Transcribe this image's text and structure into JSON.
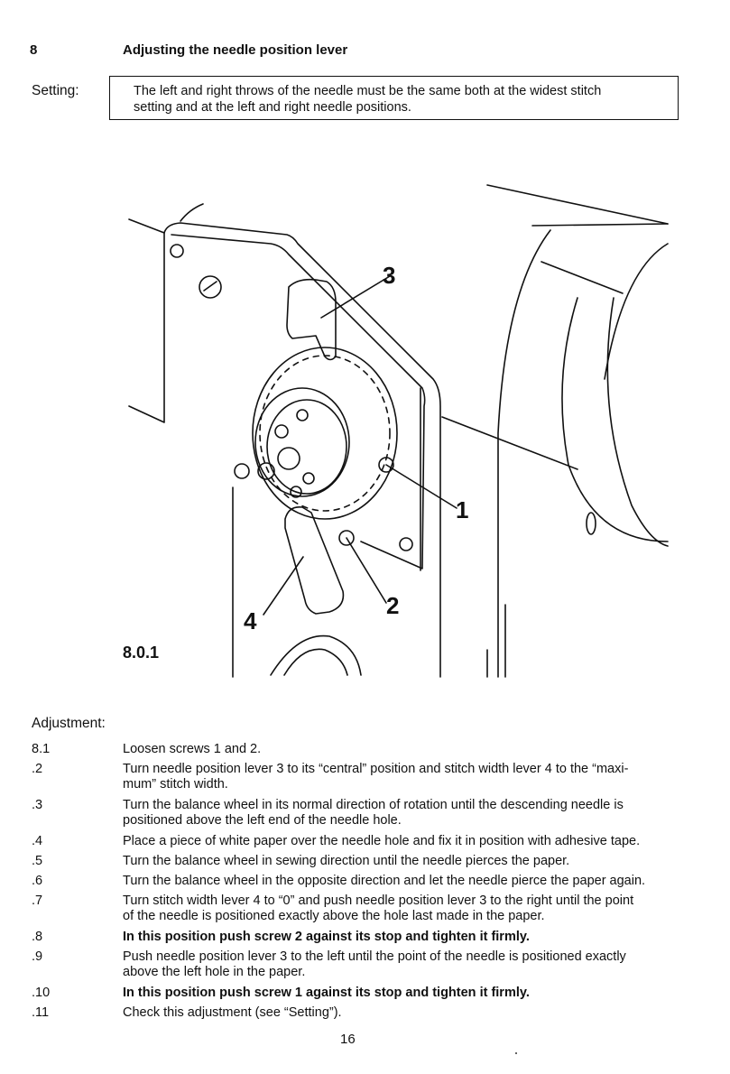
{
  "section": {
    "number": "8",
    "title": "Adjusting the needle position lever"
  },
  "setting": {
    "label": "Setting:",
    "text_line1": "The left and right throws of the needle must be the same both at the widest stitch",
    "text_line2": "setting and at the left and right needle positions."
  },
  "figure": {
    "label": "8.0.1",
    "callouts": {
      "c1": "1",
      "c2": "2",
      "c3": "3",
      "c4": "4"
    }
  },
  "adjustment": {
    "label": "Adjustment:",
    "steps": [
      {
        "num": "8.1",
        "lines": [
          "Loosen screws 1 and 2."
        ],
        "bold": false
      },
      {
        "num": ".2",
        "lines": [
          "Turn needle position lever 3 to its “central” position and stitch width lever 4 to the “maxi-",
          "mum” stitch width."
        ],
        "bold": false
      },
      {
        "num": ".3",
        "lines": [
          "Turn the balance wheel in its normal direction of rotation until the descending needle is",
          "positioned above the left end of the needle hole."
        ],
        "bold": false
      },
      {
        "num": ".4",
        "lines": [
          "Place a piece of white paper over the needle hole and fix it in position with adhesive tape."
        ],
        "bold": false
      },
      {
        "num": ".5",
        "lines": [
          "Turn the balance wheel in sewing direction until the needle pierces the paper."
        ],
        "bold": false
      },
      {
        "num": ".6",
        "lines": [
          "Turn the balance wheel in the opposite direction and let the needle pierce the paper again."
        ],
        "bold": false
      },
      {
        "num": ".7",
        "lines": [
          "Turn stitch width lever 4 to “0” and push needle position lever 3 to the right until the point",
          "of the needle is positioned exactly above the hole last made in the paper."
        ],
        "bold": false
      },
      {
        "num": ".8",
        "lines": [
          "In this position push screw 2 against its stop and tighten it firmly."
        ],
        "bold": true
      },
      {
        "num": ".9",
        "lines": [
          "Push needle position lever 3 to the left until the point of the needle is positioned exactly",
          "above the left hole in the paper."
        ],
        "bold": false
      },
      {
        "num": ".10",
        "lines": [
          "In this position push screw 1 against its stop and tighten it firmly."
        ],
        "bold": true
      },
      {
        "num": ".11",
        "lines": [
          "Check this adjustment (see “Setting”)."
        ],
        "bold": false
      }
    ]
  },
  "page_number": "16"
}
